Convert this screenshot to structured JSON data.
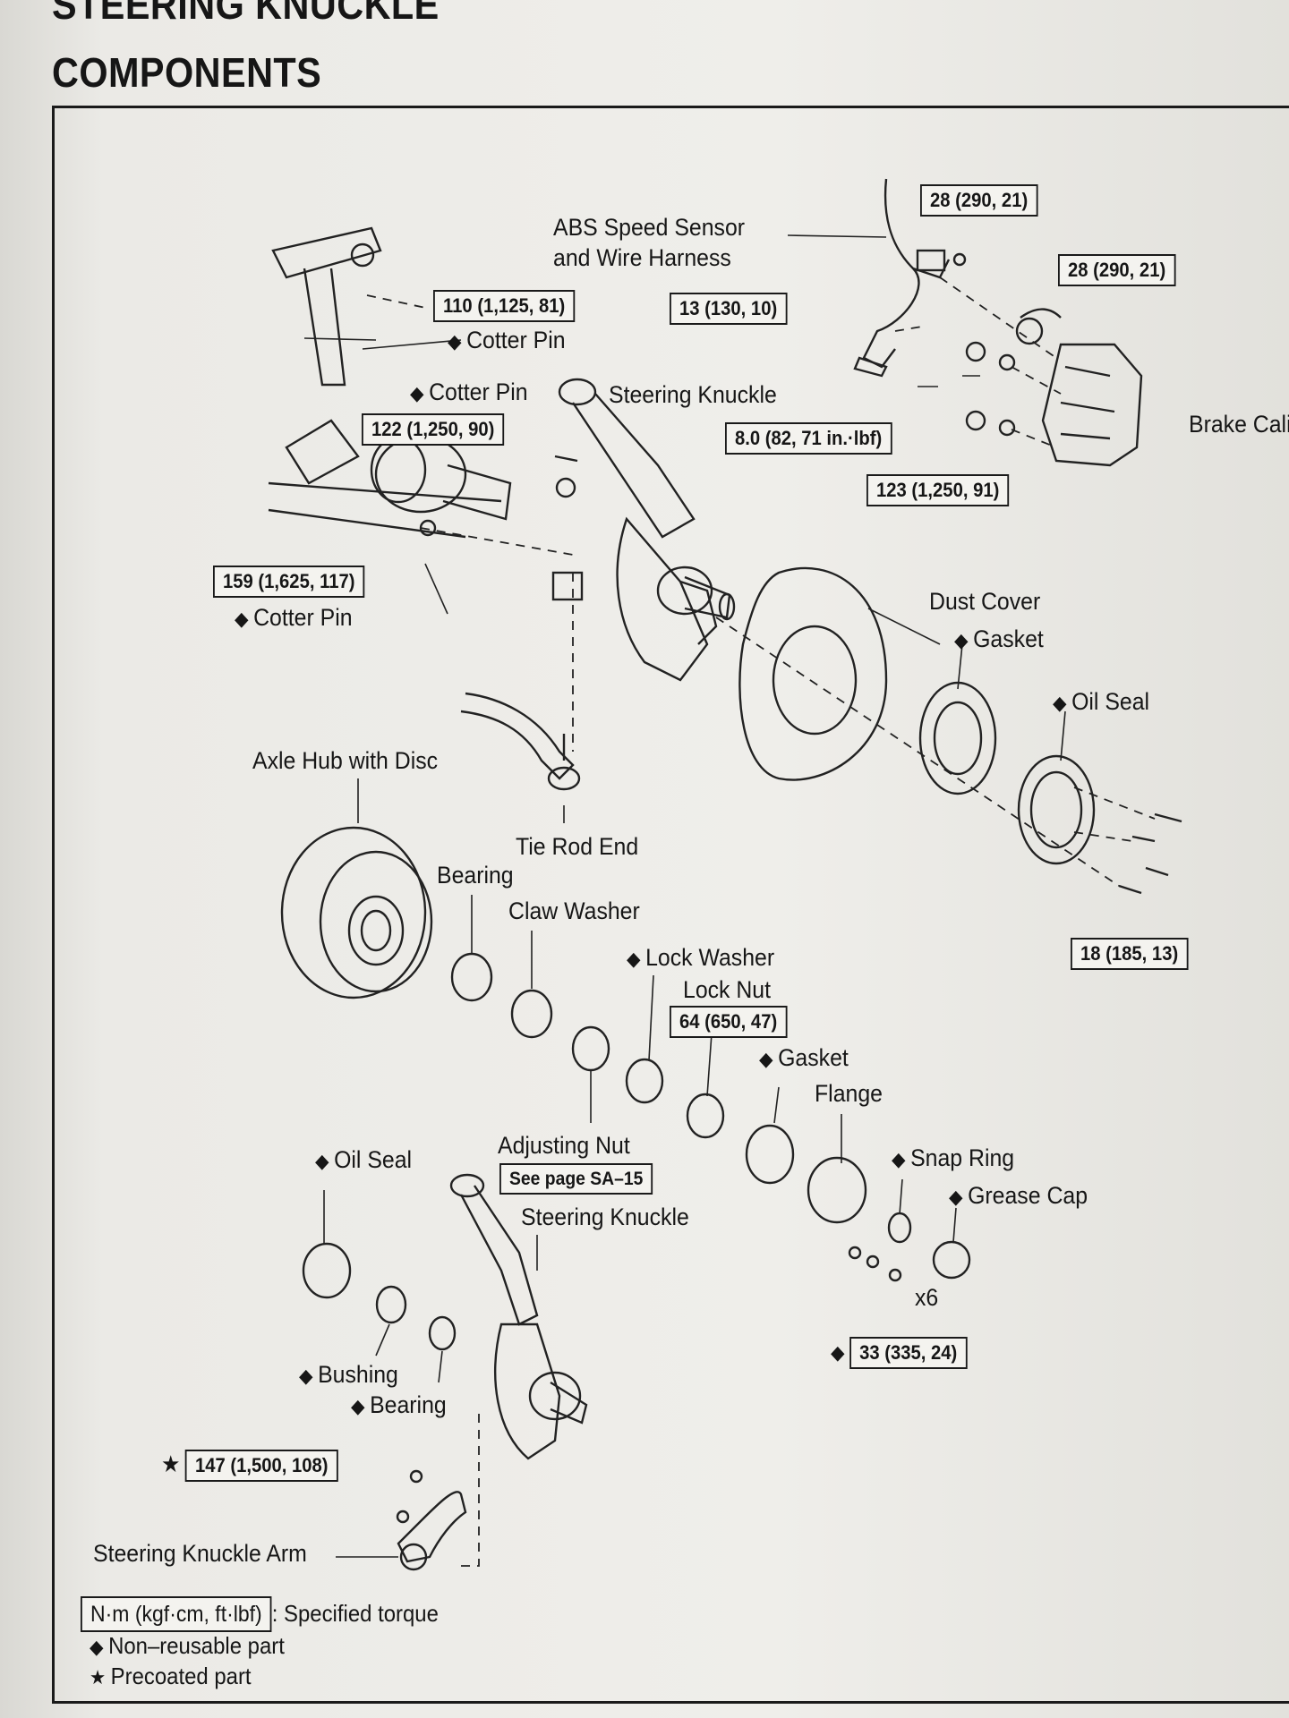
{
  "headings": {
    "line1": "STEERING KNUCKLE",
    "line2": "COMPONENTS"
  },
  "symbols": {
    "diamond": "◆",
    "star": "★"
  },
  "torques": {
    "t1": "110 (1,125, 81)",
    "t2": "122 (1,250, 90)",
    "t3": "159 (1,625, 117)",
    "t4": "13 (130, 10)",
    "t5": "28 (290, 21)",
    "t6": "28 (290, 21)",
    "t7": "8.0 (82, 71 in.·lbf)",
    "t8": "123 (1,250, 91)",
    "t9": "18 (185, 13)",
    "t10": "64 (650, 47)",
    "t11": "See page SA–15",
    "t12": "33 (335, 24)",
    "t13": "147 (1,500, 108)"
  },
  "labels": {
    "abs1": "ABS Speed Sensor",
    "abs2": "and Wire Harness",
    "cotter1": "Cotter Pin",
    "cotter2": "Cotter Pin",
    "cotter3": "Cotter Pin",
    "steering_knuckle_top": "Steering Knuckle",
    "brake_caliper": "Brake Caliper",
    "dust_cover": "Dust Cover",
    "gasket_top": "Gasket",
    "oil_seal_top": "Oil Seal",
    "axle_hub": "Axle Hub with Disc",
    "tie_rod": "Tie Rod End",
    "bearing_top": "Bearing",
    "claw_washer": "Claw Washer",
    "lock_washer": "Lock Washer",
    "lock_nut": "Lock Nut",
    "gasket_mid": "Gasket",
    "flange": "Flange",
    "adjusting_nut": "Adjusting Nut",
    "snap_ring": "Snap Ring",
    "grease_cap": "Grease Cap",
    "oil_seal_bottom": "Oil Seal",
    "steering_knuckle_bottom": "Steering Knuckle",
    "x6": "x6",
    "bushing": "Bushing",
    "bearing_bottom": "Bearing",
    "steering_arm": "Steering Knuckle Arm"
  },
  "legend": {
    "unit_box": "N·m (kgf·cm, ft·lbf)",
    "unit_text": ": Specified torque",
    "nonreusable": "Non–reusable part",
    "precoated": "Precoated part"
  }
}
